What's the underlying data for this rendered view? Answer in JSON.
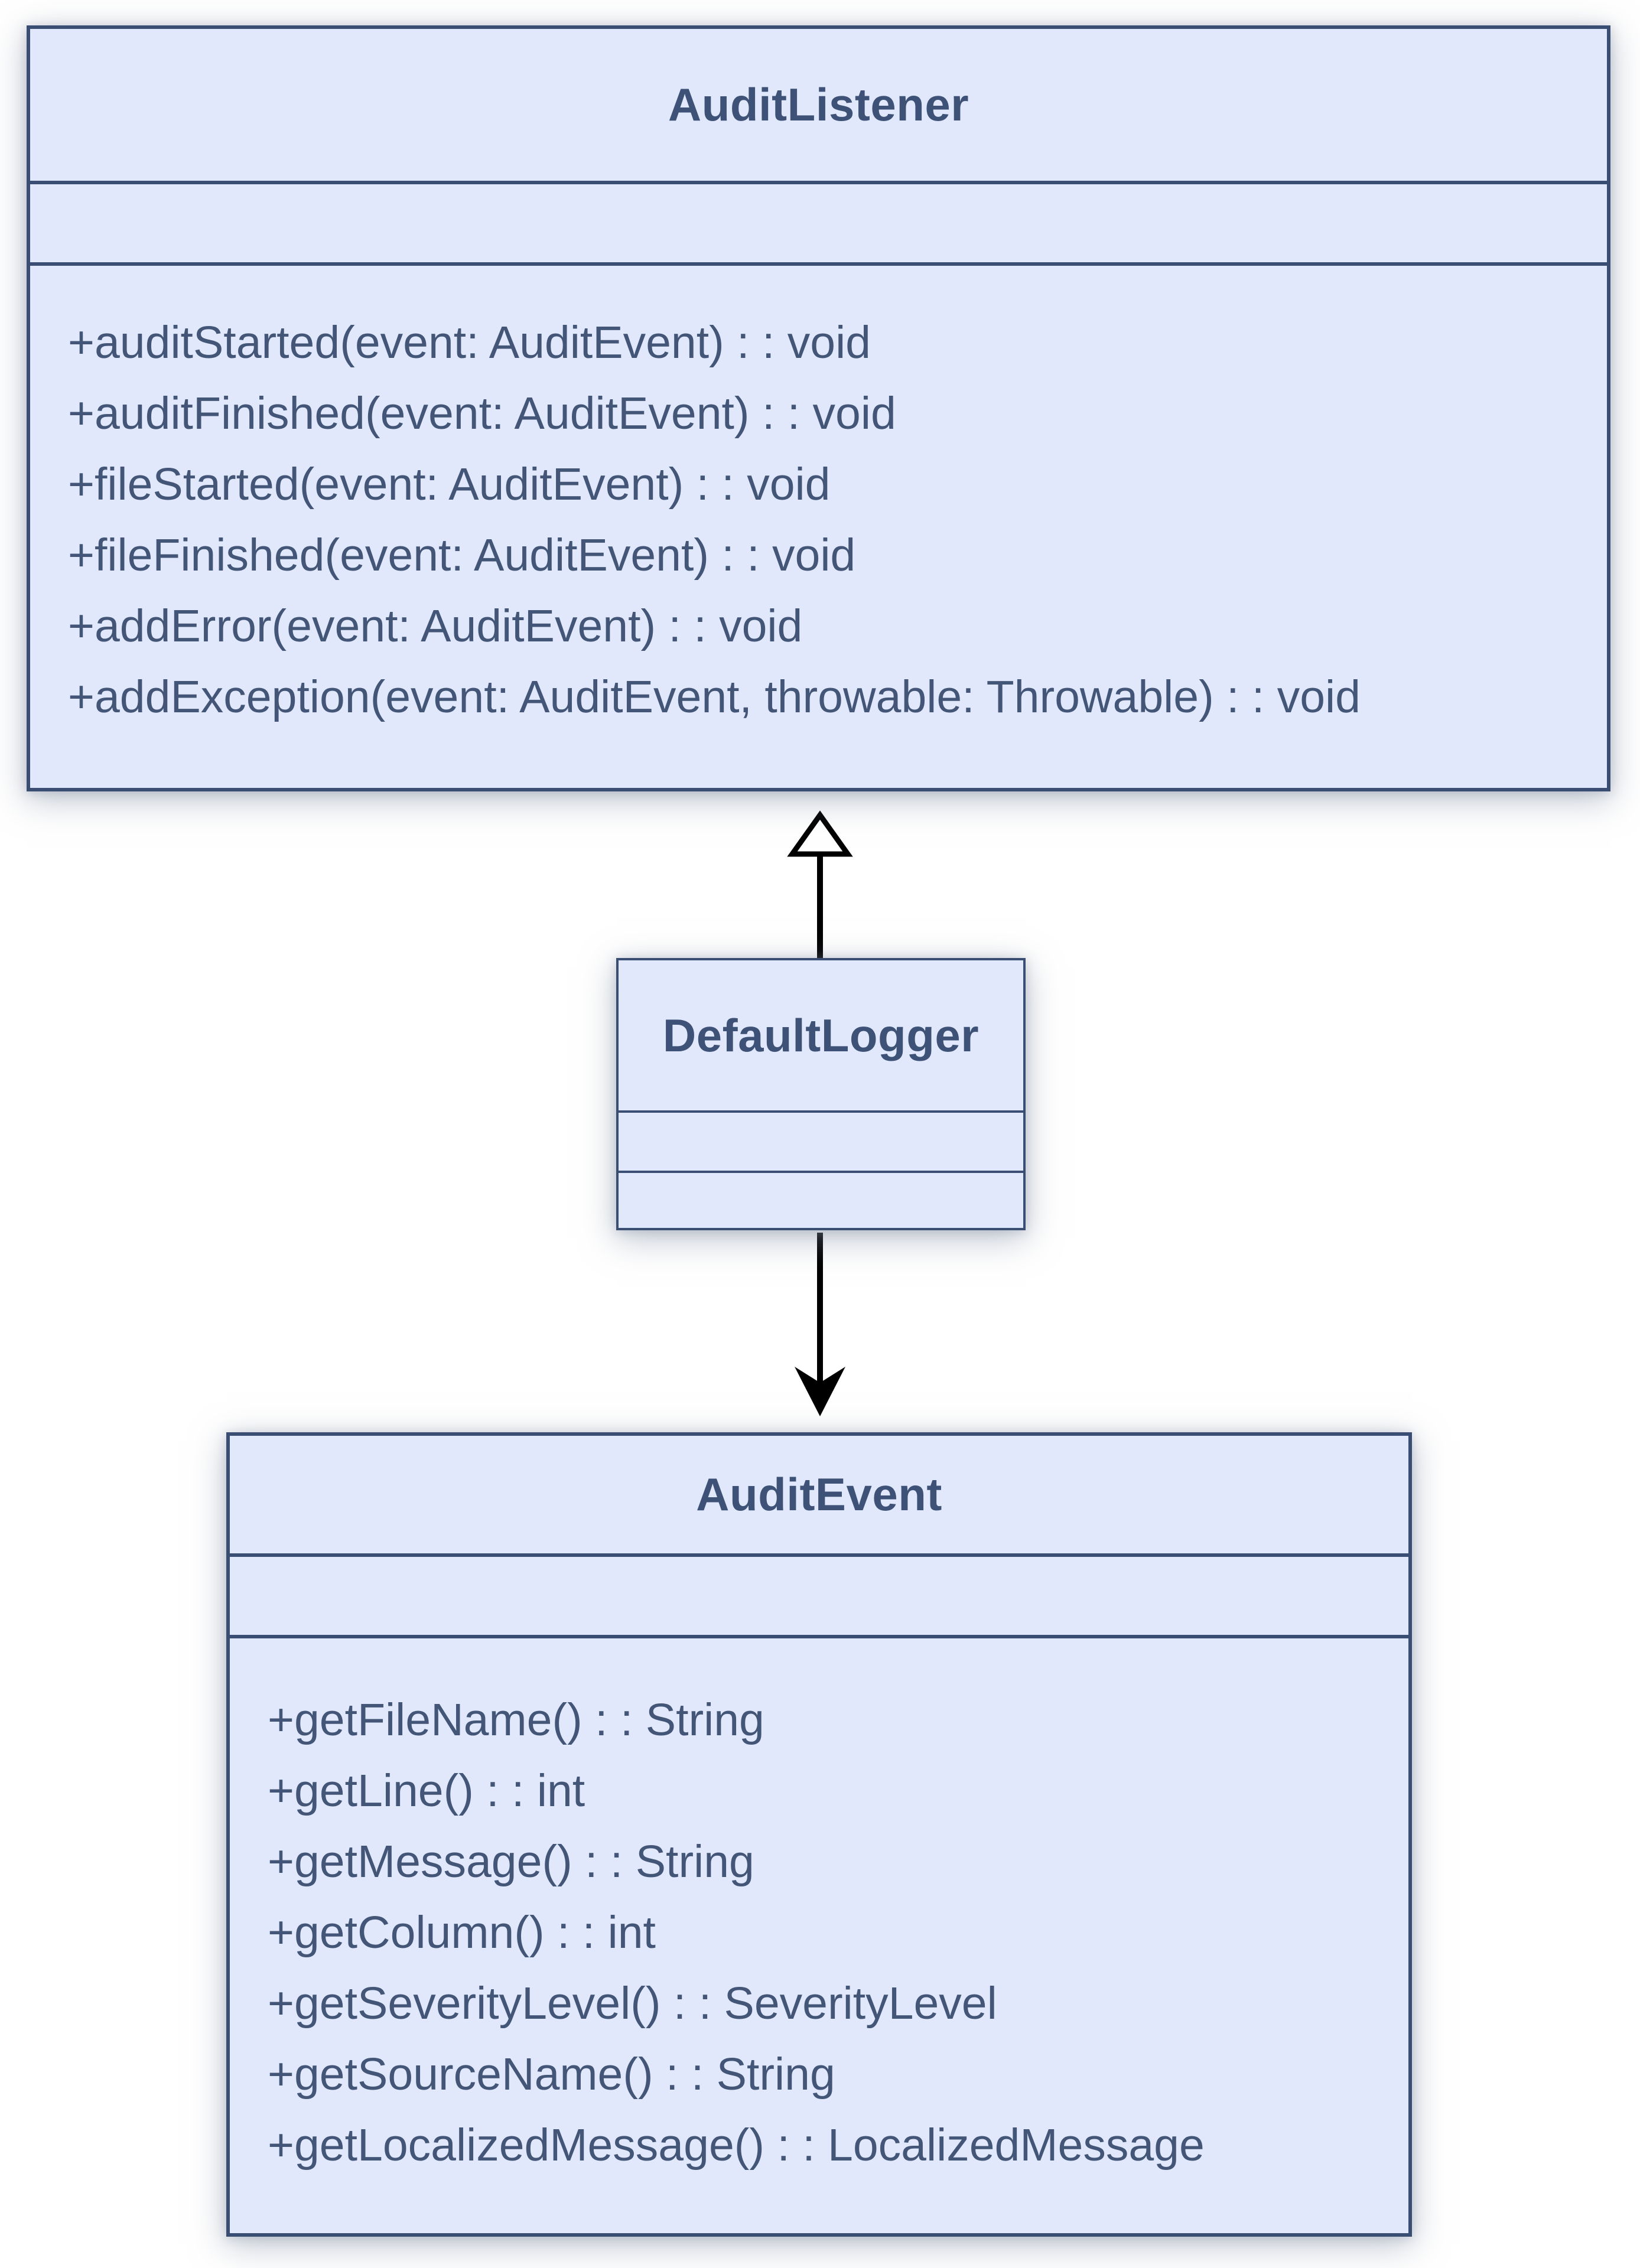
{
  "diagram": {
    "kind": "uml-class-diagram",
    "classes": [
      {
        "name": "AuditListener",
        "attributes": [],
        "methods": [
          "+auditStarted(event: AuditEvent) : : void",
          "+auditFinished(event: AuditEvent) : : void",
          "+fileStarted(event: AuditEvent) : : void",
          "+fileFinished(event: AuditEvent) : : void",
          "+addError(event: AuditEvent) : : void",
          "+addException(event: AuditEvent, throwable: Throwable) : : void"
        ]
      },
      {
        "name": "DefaultLogger",
        "attributes": [],
        "methods": []
      },
      {
        "name": "AuditEvent",
        "attributes": [],
        "methods": [
          "+getFileName() : : String",
          "+getLine() : : int",
          "+getMessage() : : String",
          "+getColumn() : : int",
          "+getSeverityLevel() : : SeverityLevel",
          "+getSourceName() : : String",
          "+getLocalizedMessage() : : LocalizedMessage"
        ]
      }
    ],
    "relations": [
      {
        "from": "DefaultLogger",
        "to": "AuditListener",
        "type": "generalization",
        "arrowhead": "hollow-triangle"
      },
      {
        "from": "DefaultLogger",
        "to": "AuditEvent",
        "type": "directed-association",
        "arrowhead": "open-dart"
      }
    ],
    "colors": {
      "background": "#ffffff",
      "box_fill": "#e1e8fb",
      "box_border": "#3a4e74",
      "title_text": "#3d5276",
      "method_text": "#435677",
      "arrow": "#000000"
    }
  }
}
